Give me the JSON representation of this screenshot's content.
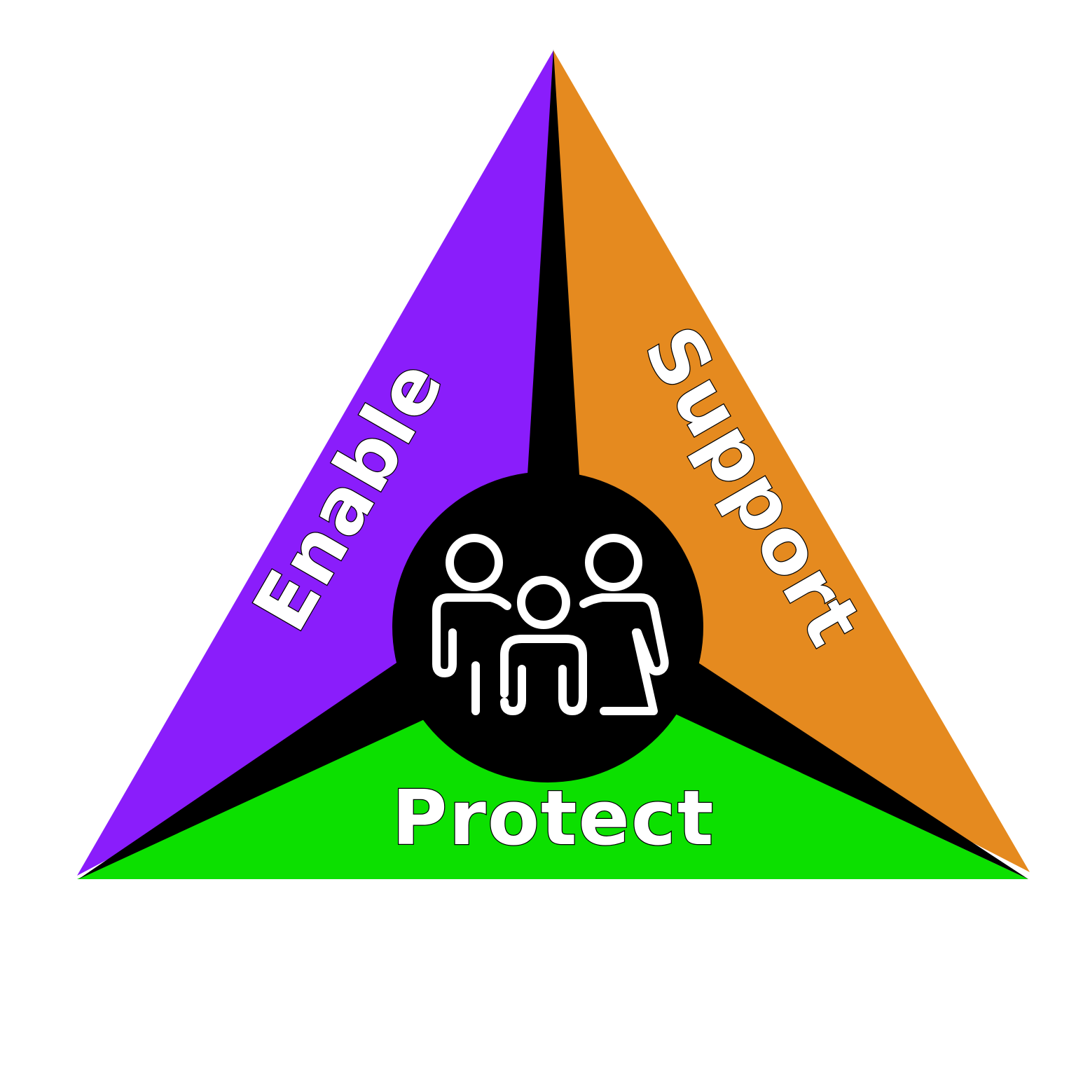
{
  "diagram": {
    "segments": {
      "enable": {
        "label": "Enable",
        "color": "#8a1dfb"
      },
      "support": {
        "label": "Support",
        "color": "#e58a1f"
      },
      "protect": {
        "label": "Protect",
        "color": "#0ce000"
      }
    },
    "separator_color": "#000000",
    "hub": {
      "color": "#000000",
      "icon": "family-icon"
    }
  }
}
